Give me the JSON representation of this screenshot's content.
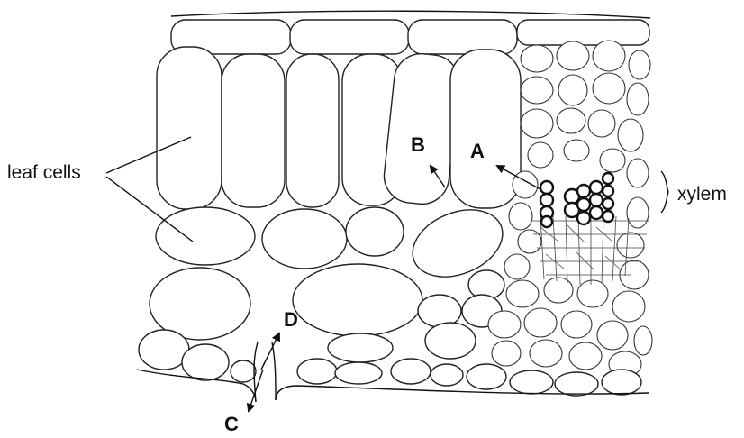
{
  "diagram": {
    "labels": {
      "leaf_cells": "leaf cells",
      "xylem": "xylem",
      "A": "A",
      "B": "B",
      "C": "C",
      "D": "D"
    },
    "colors": {
      "line": "#111111",
      "background": "#ffffff"
    }
  }
}
